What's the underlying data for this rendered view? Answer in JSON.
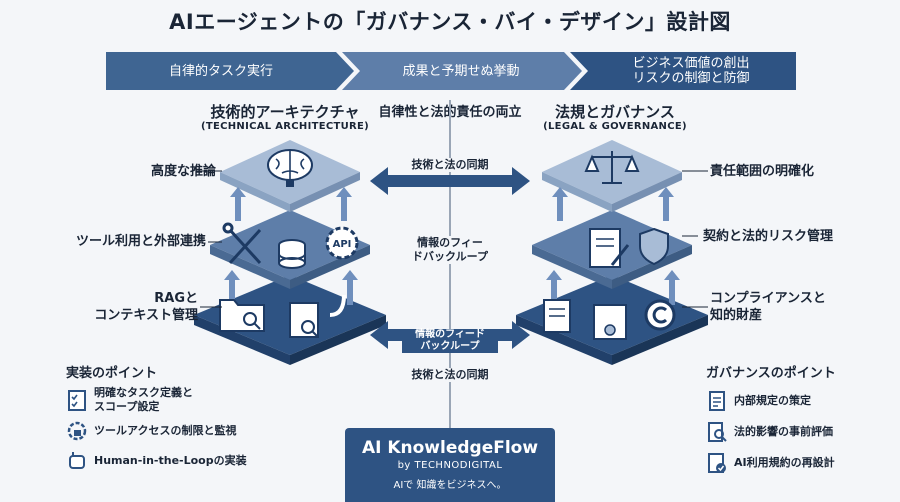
{
  "title": "AIエージェントの「ガバナンス・バイ・デザイン」設計図",
  "flow": [
    "自律的タスク実行",
    "成果と予期せぬ挙動",
    "ビジネス価値の創出\nリスクの制御と防御"
  ],
  "center_heading": "自律性と法的責任の両立",
  "left": {
    "heading": "技術的アーキテクチャ",
    "sub": "(TECHNICAL ARCHITECTURE)",
    "labels": [
      "高度な推論",
      "ツール利用と外部連携",
      "RAGと\nコンテキスト管理"
    ],
    "points_title": "実装のポイント",
    "points": [
      "明確なタスク定義と\nスコープ設定",
      "ツールアクセスの制限と監視",
      "Human-in-the-Loopの実装"
    ],
    "api_text": "API"
  },
  "right": {
    "heading": "法規とガバナンス",
    "sub": "(LEGAL & GOVERNANCE)",
    "labels": [
      "責任範囲の明確化",
      "契約と法的リスク管理",
      "コンプライアンスと\n知的財産"
    ],
    "points_title": "ガバナンスのポイント",
    "points": [
      "内部規定の策定",
      "法的影響の事前評価",
      "AI利用規約の再設計"
    ]
  },
  "middle": {
    "sync_top": "技術と法の同期",
    "feedback_mid": "情報のフィー\nドバックループ",
    "feedback_low": "情報のフィード\nバックループ",
    "sync_low": "技術と法の同期"
  },
  "brand": {
    "name": "AI KnowledgeFlow",
    "by": "by TECHNODIGITAL",
    "tagline": "AIで 知識をビジネスへ。"
  },
  "colors": {
    "navy": "#2e5383",
    "mid": "#5e7ea9",
    "light": "#a8bcd6"
  }
}
